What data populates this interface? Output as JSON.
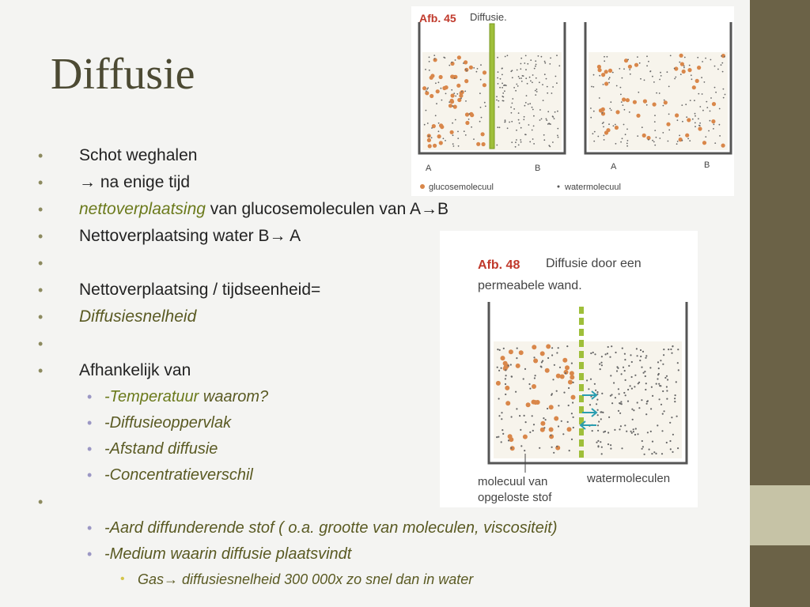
{
  "title": "Diffusie",
  "bullets": {
    "b1": "Schot weghalen",
    "b2_arrow": "→",
    "b2_text": " na enige tijd",
    "b3_em": "nettoverplaatsing",
    "b3_text": " van glucosemoleculen van A",
    "b3_arrow": "→",
    "b3_end": "B",
    "b4_text": "Nettoverplaatsing water  B",
    "b4_arrow": "→",
    "b4_end": " A",
    "b5": "Nettoverplaatsing / tijdseenheid=",
    "b6": "Diffusiesnelheid",
    "b7": "Afhankelijk van",
    "sub1_a": "-Temperatuur ",
    "sub1_b": "waarom?",
    "sub2": "-Diffusieoppervlak",
    "sub3": "-Afstand diffusie",
    "sub4": "-Concentratieverschil",
    "sub5": "-Aard diffunderende stof  ( o.a. grootte van moleculen, viscositeit)",
    "sub6": "-Medium waarin diffusie plaatsvindt",
    "sub7_a": "Gas",
    "sub7_arrow": "→",
    "sub7_b": " diffusiesnelheid 300 000x zo snel dan in water"
  },
  "figure45": {
    "label": "Afb. 45",
    "caption": "Diffusie.",
    "a1": "A",
    "b1": "B",
    "a2": "A",
    "b2": "B",
    "legend_glucose": "glucosemolecuul",
    "legend_water": "watermolecuul"
  },
  "figure48": {
    "label": "Afb. 48",
    "caption_line1": "Diffusie door een",
    "caption_line2": "permeabele wand.",
    "label_left_1": "molecuul van",
    "label_left_2": "opgeloste stof",
    "label_right": "watermoleculen"
  },
  "colors": {
    "accent_bar": "#6b6247",
    "accent_square": "#c6c3a6",
    "glucose_dot": "#d9874a",
    "divider": "#9fbf3a"
  }
}
